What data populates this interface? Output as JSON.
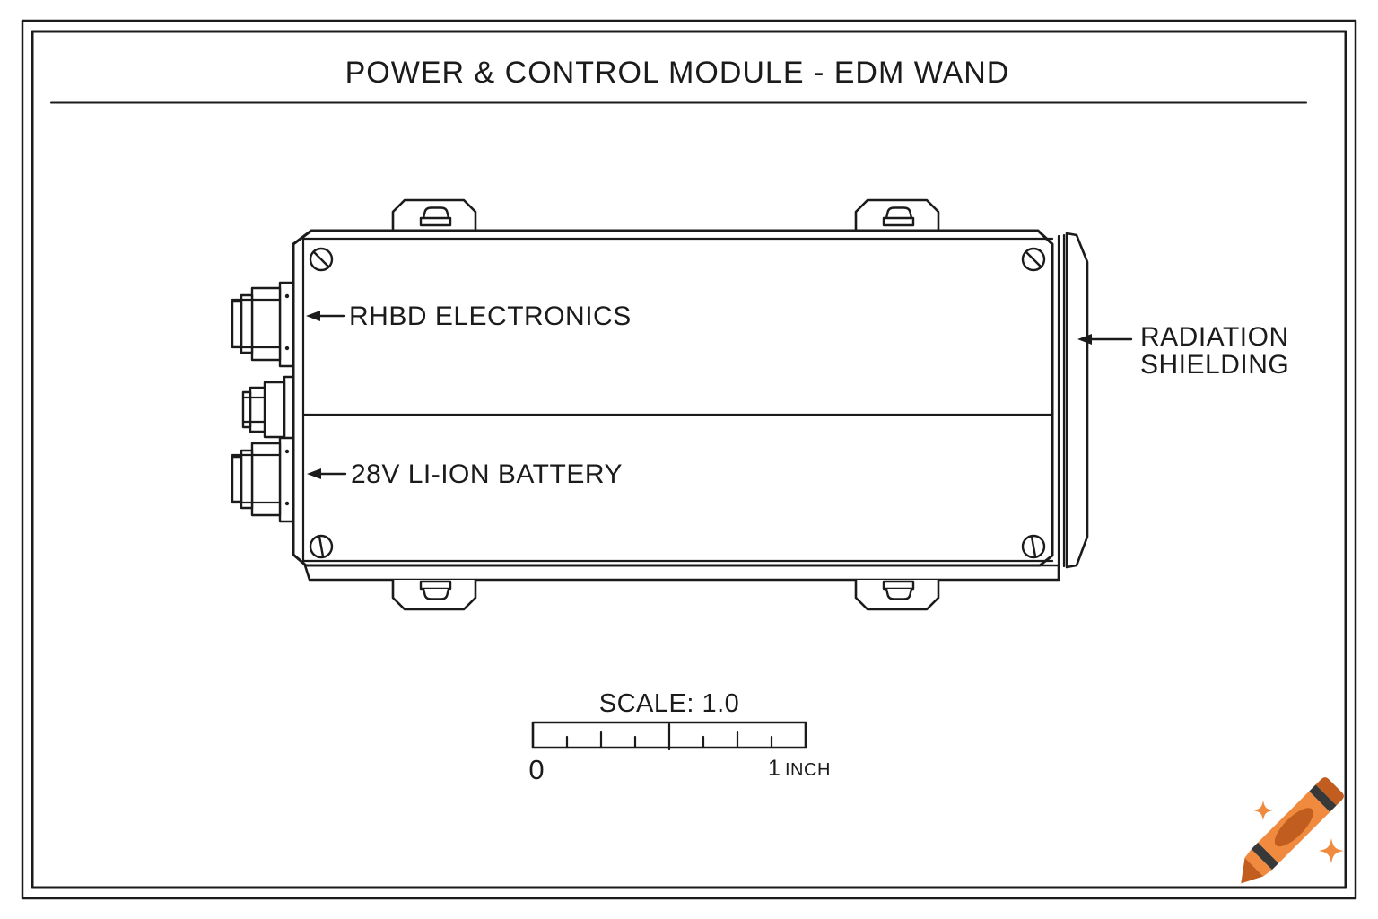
{
  "title": "POWER & CONTROL MODULE - EDM WAND",
  "module": {
    "label_electronics": "RHBD ELECTRONICS",
    "label_battery": "28V LI-ION BATTERY",
    "label_shielding_line1": "RADIATION",
    "label_shielding_line2": "SHIELDING"
  },
  "scale_bar": {
    "label": "SCALE: 1.0",
    "min_label": "0",
    "max_value": "1",
    "max_unit": "INCH"
  },
  "colors": {
    "line": "#1b1b1b",
    "background": "#ffffff",
    "crayon_body": "#f08a3e",
    "crayon_dark": "#c15d1e",
    "crayon_band": "#383838",
    "sparkle": "#f08a3e"
  }
}
